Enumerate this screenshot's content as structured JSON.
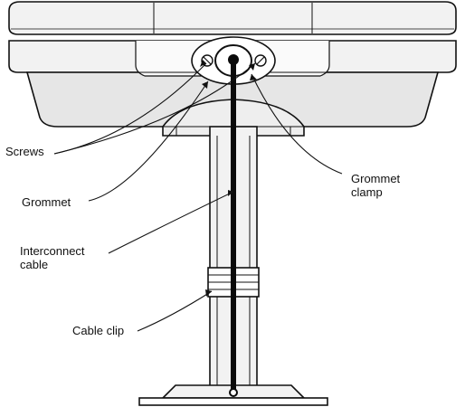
{
  "callouts": {
    "screws": "Screws",
    "grommet": "Grommet",
    "grommet_clamp": "Grommet clamp",
    "interconnect_cable": "Interconnect cable",
    "cable_clip": "Cable clip"
  },
  "colors": {
    "stroke": "#111111",
    "fill_light": "#f2f2f2",
    "fill_mid": "#e2e2e2",
    "fill_white": "#ffffff",
    "cable": "#0a0a0a"
  }
}
